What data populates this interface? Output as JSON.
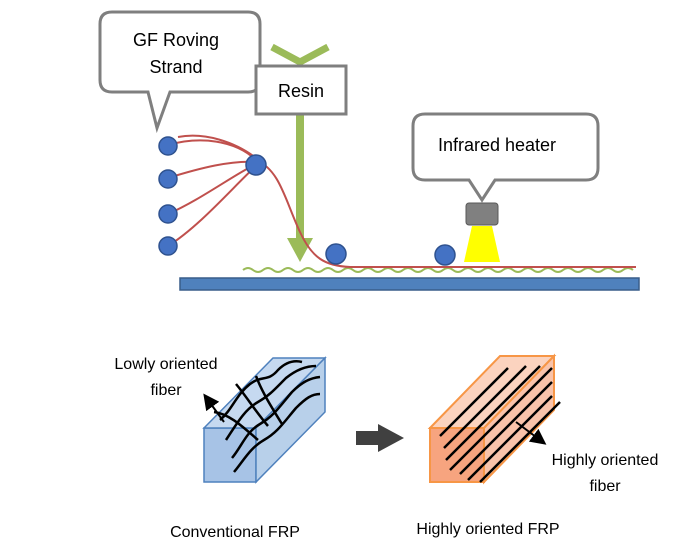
{
  "process": {
    "roving_label_line1": "GF Roving",
    "roving_label_line2": "Strand",
    "resin_label": "Resin",
    "heater_label": "Infrared heater"
  },
  "comparison": {
    "lowly_label_line1": "Lowly  oriented",
    "lowly_label_line2": "fiber",
    "highly_label_line1": "Highly  oriented",
    "highly_label_line2": "fiber",
    "conventional_caption": "Conventional  FRP",
    "highly_caption": "Highly  oriented  FRP"
  },
  "colors": {
    "strand_red": "#c0504d",
    "roller_blue": "#4472c4",
    "bed_blue": "#4f81bd",
    "resin_green": "#9bbb59",
    "heater_yellow": "#ffff00",
    "heater_gray": "#808080",
    "conventional_box": "#b8d0ea",
    "highly_box": "#f9c3aa",
    "highly_box_edge": "#f79646",
    "callout_border": "#7f7f7f",
    "arrow_gray": "#404040"
  }
}
